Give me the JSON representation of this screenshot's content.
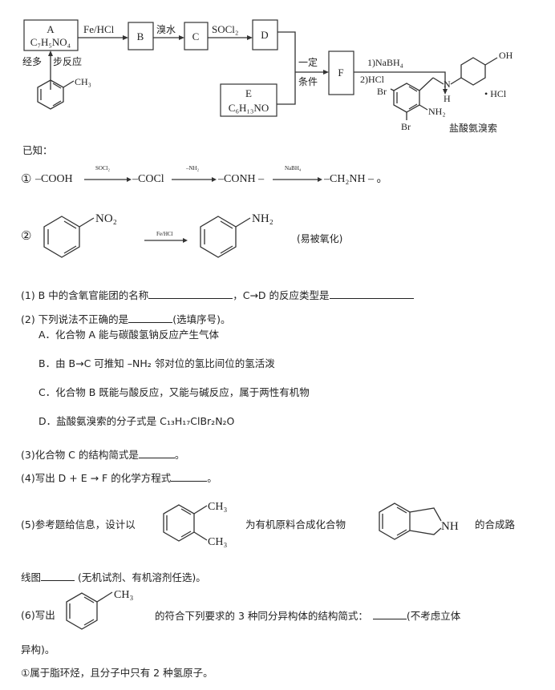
{
  "scheme": {
    "box_a": {
      "label": "A",
      "formula": "C₇H₅NO₄"
    },
    "box_b": "B",
    "box_c": "C",
    "box_d": "D",
    "box_e": {
      "label": "E",
      "formula": "C₆H₁₃NO"
    },
    "box_f": "F",
    "reagent_ab": "Fe/HCl",
    "reagent_bc": "溴水",
    "reagent_cd": "SOCl₂",
    "condition_top": "一定",
    "condition_bottom": "条件",
    "step1": "1)NaBH₄",
    "step2": "2)HCl",
    "start_label_left": "经多",
    "start_label_right": "步反应",
    "toluene_ch3": "CH₃",
    "product": {
      "oh": "OH",
      "br1": "Br",
      "br2": "Br",
      "n": "N",
      "h": "H",
      "nh2": "NH₂",
      "hcl": "• HCl",
      "name": "盐酸氨溴索"
    }
  },
  "known": {
    "title": "已知：",
    "rule1": {
      "num": "①",
      "s1": "–COOH",
      "r1": "SOCl₂",
      "s2": "–COCl",
      "r2": "–NH₂",
      "s3": "–CONH –",
      "r3": "NaBH₄",
      "s4": "–CH₂NH – 。"
    },
    "rule2": {
      "num": "②",
      "no2": "NO₂",
      "reagent": "Fe/HCl",
      "nh2": "NH₂",
      "note": "(易被氧化)"
    }
  },
  "questions": {
    "q1": {
      "a": "(1) B 中的含氧官能团的名称",
      "b": "，C→D 的反应类型是"
    },
    "q2": {
      "text": "(2) 下列说法不正确的是",
      "tail": "(选填序号)。"
    },
    "options": [
      "A．化合物 A 能与碳酸氢钠反应产生气体",
      "B．由 B→C 可推知 –NH₂ 邻对位的氢比间位的氢活泼",
      "C．化合物 B 既能与酸反应，又能与碱反应，属于两性有机物",
      "D．盐酸氨溴索的分子式是 C₁₃H₁₇ClBr₂N₂O"
    ],
    "q3": {
      "text": "(3)化合物 C 的结构简式是",
      "tail": "。"
    },
    "q4": {
      "text": "(4)写出 D + E → F 的化学方程式",
      "tail": "。"
    },
    "q5": {
      "a": "(5)参考题给信息，设计以",
      "ch3a": "CH₃",
      "ch3b": "CH₃",
      "b": "为有机原料合成化合物",
      "nh": "NH",
      "c": "的合成路",
      "line2a": "线图",
      "line2b": " (无机试剂、有机溶剂任选)。"
    },
    "q6": {
      "a": "(6)写出",
      "ch3": "CH₃",
      "b": "的符合下列要求的 3 种同分异构体的结构简式：",
      "c": "(不考虑立体",
      "line2": "异构)。",
      "cond1": "①属于脂环烃，且分子中只有 2 种氢原子。"
    }
  }
}
